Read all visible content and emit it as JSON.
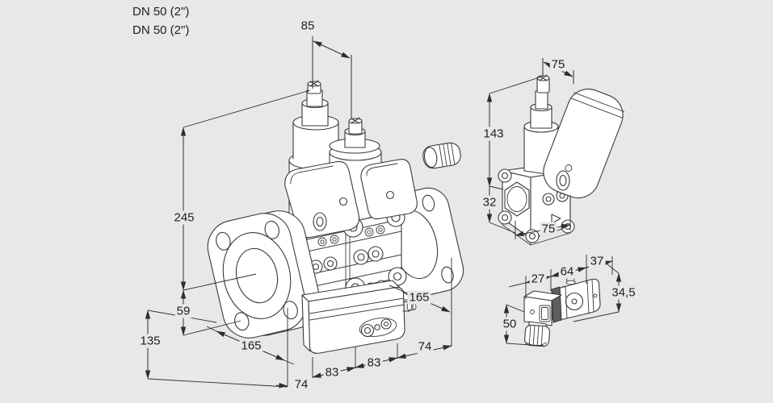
{
  "colors": {
    "background": "#e8e8e8",
    "line": "#3a3a3a",
    "dimension_line": "#2e2e2e",
    "text": "#1f1f1f",
    "plate_dark": "#5f5f5f",
    "fill": "#ffffff"
  },
  "main_view": {
    "connection_label_1": "DN 50 (2\")",
    "connection_label_2": "DN 50 (2\")",
    "dim_actuator_offset": "85",
    "dim_total_height": "245",
    "dim_axis_to_base": "59",
    "dim_base_height": "135",
    "dim_flange_spacing_left": "165",
    "dim_depth_bottom": "74",
    "dim_valve1_length": "83",
    "dim_valve2_length": "83",
    "dim_flange_spacing_right": "165",
    "dim_depth_right": "74"
  },
  "side_view": {
    "dim_top_width": "75",
    "dim_upper_height": "143",
    "dim_lower_height": "32",
    "dim_bottom_width": "75"
  },
  "solenoid_view": {
    "dim_connector_width": "27",
    "dim_body_length": "64",
    "dim_end_cap_length": "37",
    "dim_body_height": "34,5",
    "dim_connector_height": "50"
  }
}
